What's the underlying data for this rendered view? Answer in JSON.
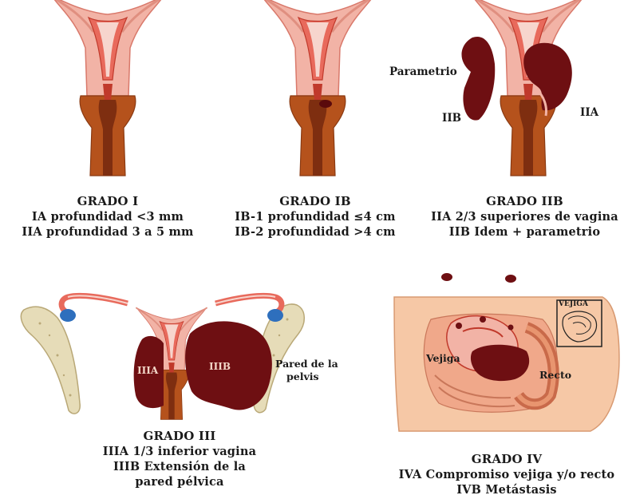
{
  "panels": {
    "grado_i": {
      "title": "GRADO I",
      "lines": [
        "IA profundidad  <3 mm",
        "IIA profundidad 3 a 5 mm"
      ]
    },
    "grado_ib": {
      "title": "GRADO IB",
      "lines": [
        "IB-1 profundidad   ≤4 cm",
        "IB-2 profundidad   >4 cm"
      ]
    },
    "grado_iib": {
      "title": "GRADO IIB",
      "lines": [
        "IIA 2/3 superiores de vagina",
        "IIB Idem + parametrio"
      ],
      "labels": {
        "parametrio": "Parametrio",
        "iib": "IIB",
        "iia": "IIA"
      }
    },
    "grado_iii": {
      "title": "GRADO III",
      "lines": [
        "IIIA 1/3 inferior vagina",
        "IIIB Extensión de la",
        "pared pélvica"
      ],
      "labels": {
        "iiia": "IIIA",
        "iiib": "IIIB",
        "pared": "Pared de la",
        "pared2": "pelvis"
      }
    },
    "grado_iv": {
      "title": "GRADO IV",
      "lines": [
        "IVA Compromiso vejiga y/o recto",
        "IVB Metástasis"
      ],
      "labels": {
        "vejiga": "Vejiga",
        "recto": "Recto",
        "vejiga_box": "VEJIGA"
      }
    }
  },
  "colors": {
    "uterus_outer": "#f2b3a6",
    "uterus_inner": "#c0392b",
    "cervix": "#b5521c",
    "tumor": "#6e0f12",
    "skin": "#f6c8a6",
    "bone": "#e6dcb8",
    "ovary": "#2e6fbd"
  }
}
